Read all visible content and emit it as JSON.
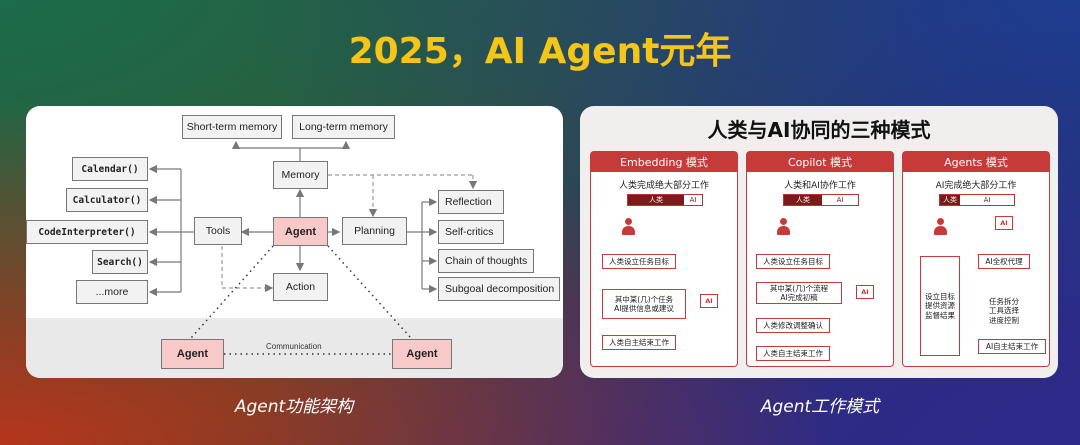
{
  "title": "2025，AI Agent元年",
  "left": {
    "caption": "Agent功能架构",
    "nodes": {
      "short_term_memory": "Short-term memory",
      "long_term_memory": "Long-term memory",
      "memory": "Memory",
      "tools": "Tools",
      "agent": "Agent",
      "planning": "Planning",
      "action": "Action",
      "calendar": "Calendar()",
      "calculator": "Calculator()",
      "code_interpreter": "CodeInterpreter()",
      "search": "Search()",
      "more": "...more",
      "reflection": "Reflection",
      "self_critics": "Self-critics",
      "chain_of_thoughts": "Chain of thoughts",
      "subgoal_decomposition": "Subgoal decomposition",
      "agent_left": "Agent",
      "agent_right": "Agent",
      "communication": "Communication"
    }
  },
  "right": {
    "caption": "Agent工作模式",
    "title": "人类与AI协同的三种模式",
    "columns": [
      {
        "head": "Embedding 模式",
        "sub": "人类完成绝大部分工作",
        "bar_a": "人类",
        "bar_b": "AI",
        "steps": [
          "人类设立任务目标",
          "其中某(几)个任务\nAI提供信息或建议",
          "人类自主结束工作"
        ]
      },
      {
        "head": "Copilot 模式",
        "sub": "人类和AI协作工作",
        "bar_a": "人类",
        "bar_b": "AI",
        "steps": [
          "人类设立任务目标",
          "其中某(几)个流程\nAI完成初稿",
          "人类修改调整确认",
          "人类自主结束工作"
        ]
      },
      {
        "head": "Agents 模式",
        "sub": "AI完成绝大部分工作",
        "bar_a": "人类",
        "bar_b": "AI",
        "steps": [
          "设立目标\n提供资源\n监督结果",
          "AI全权代理",
          "任务拆分\n工具选择\n进度控制",
          "AI自主结束工作"
        ]
      }
    ],
    "ai_icon_label": "AI"
  },
  "colors": {
    "title": "#f5c518",
    "accent_red": "#c73a3a",
    "agent_pink": "#f7c9c9"
  }
}
